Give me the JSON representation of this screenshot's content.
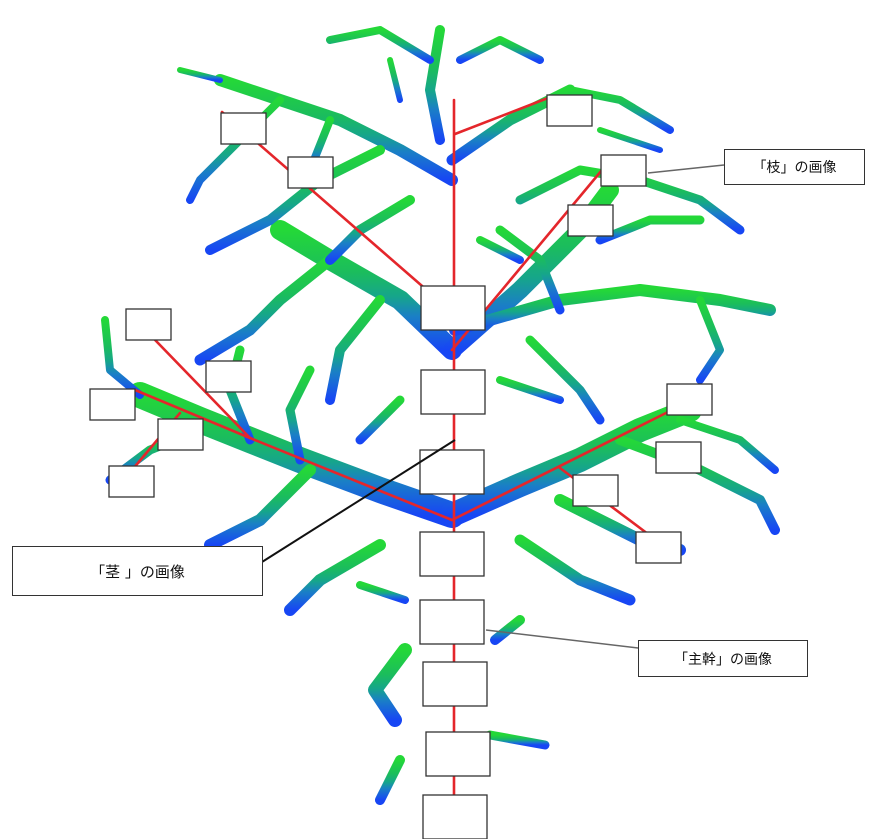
{
  "labels": {
    "branch": "「枝」の画像",
    "stem": "「茎 」の画像",
    "trunk": "「主幹」の画像"
  },
  "colors": {
    "canopy_top": "#1fd13c",
    "mid": "#15a58c",
    "trunk_base": "#1a4cf2",
    "red_lines": "#e4262b",
    "leader_line": "#111111",
    "callout_leader": "#666666",
    "box_border": "#333333"
  }
}
